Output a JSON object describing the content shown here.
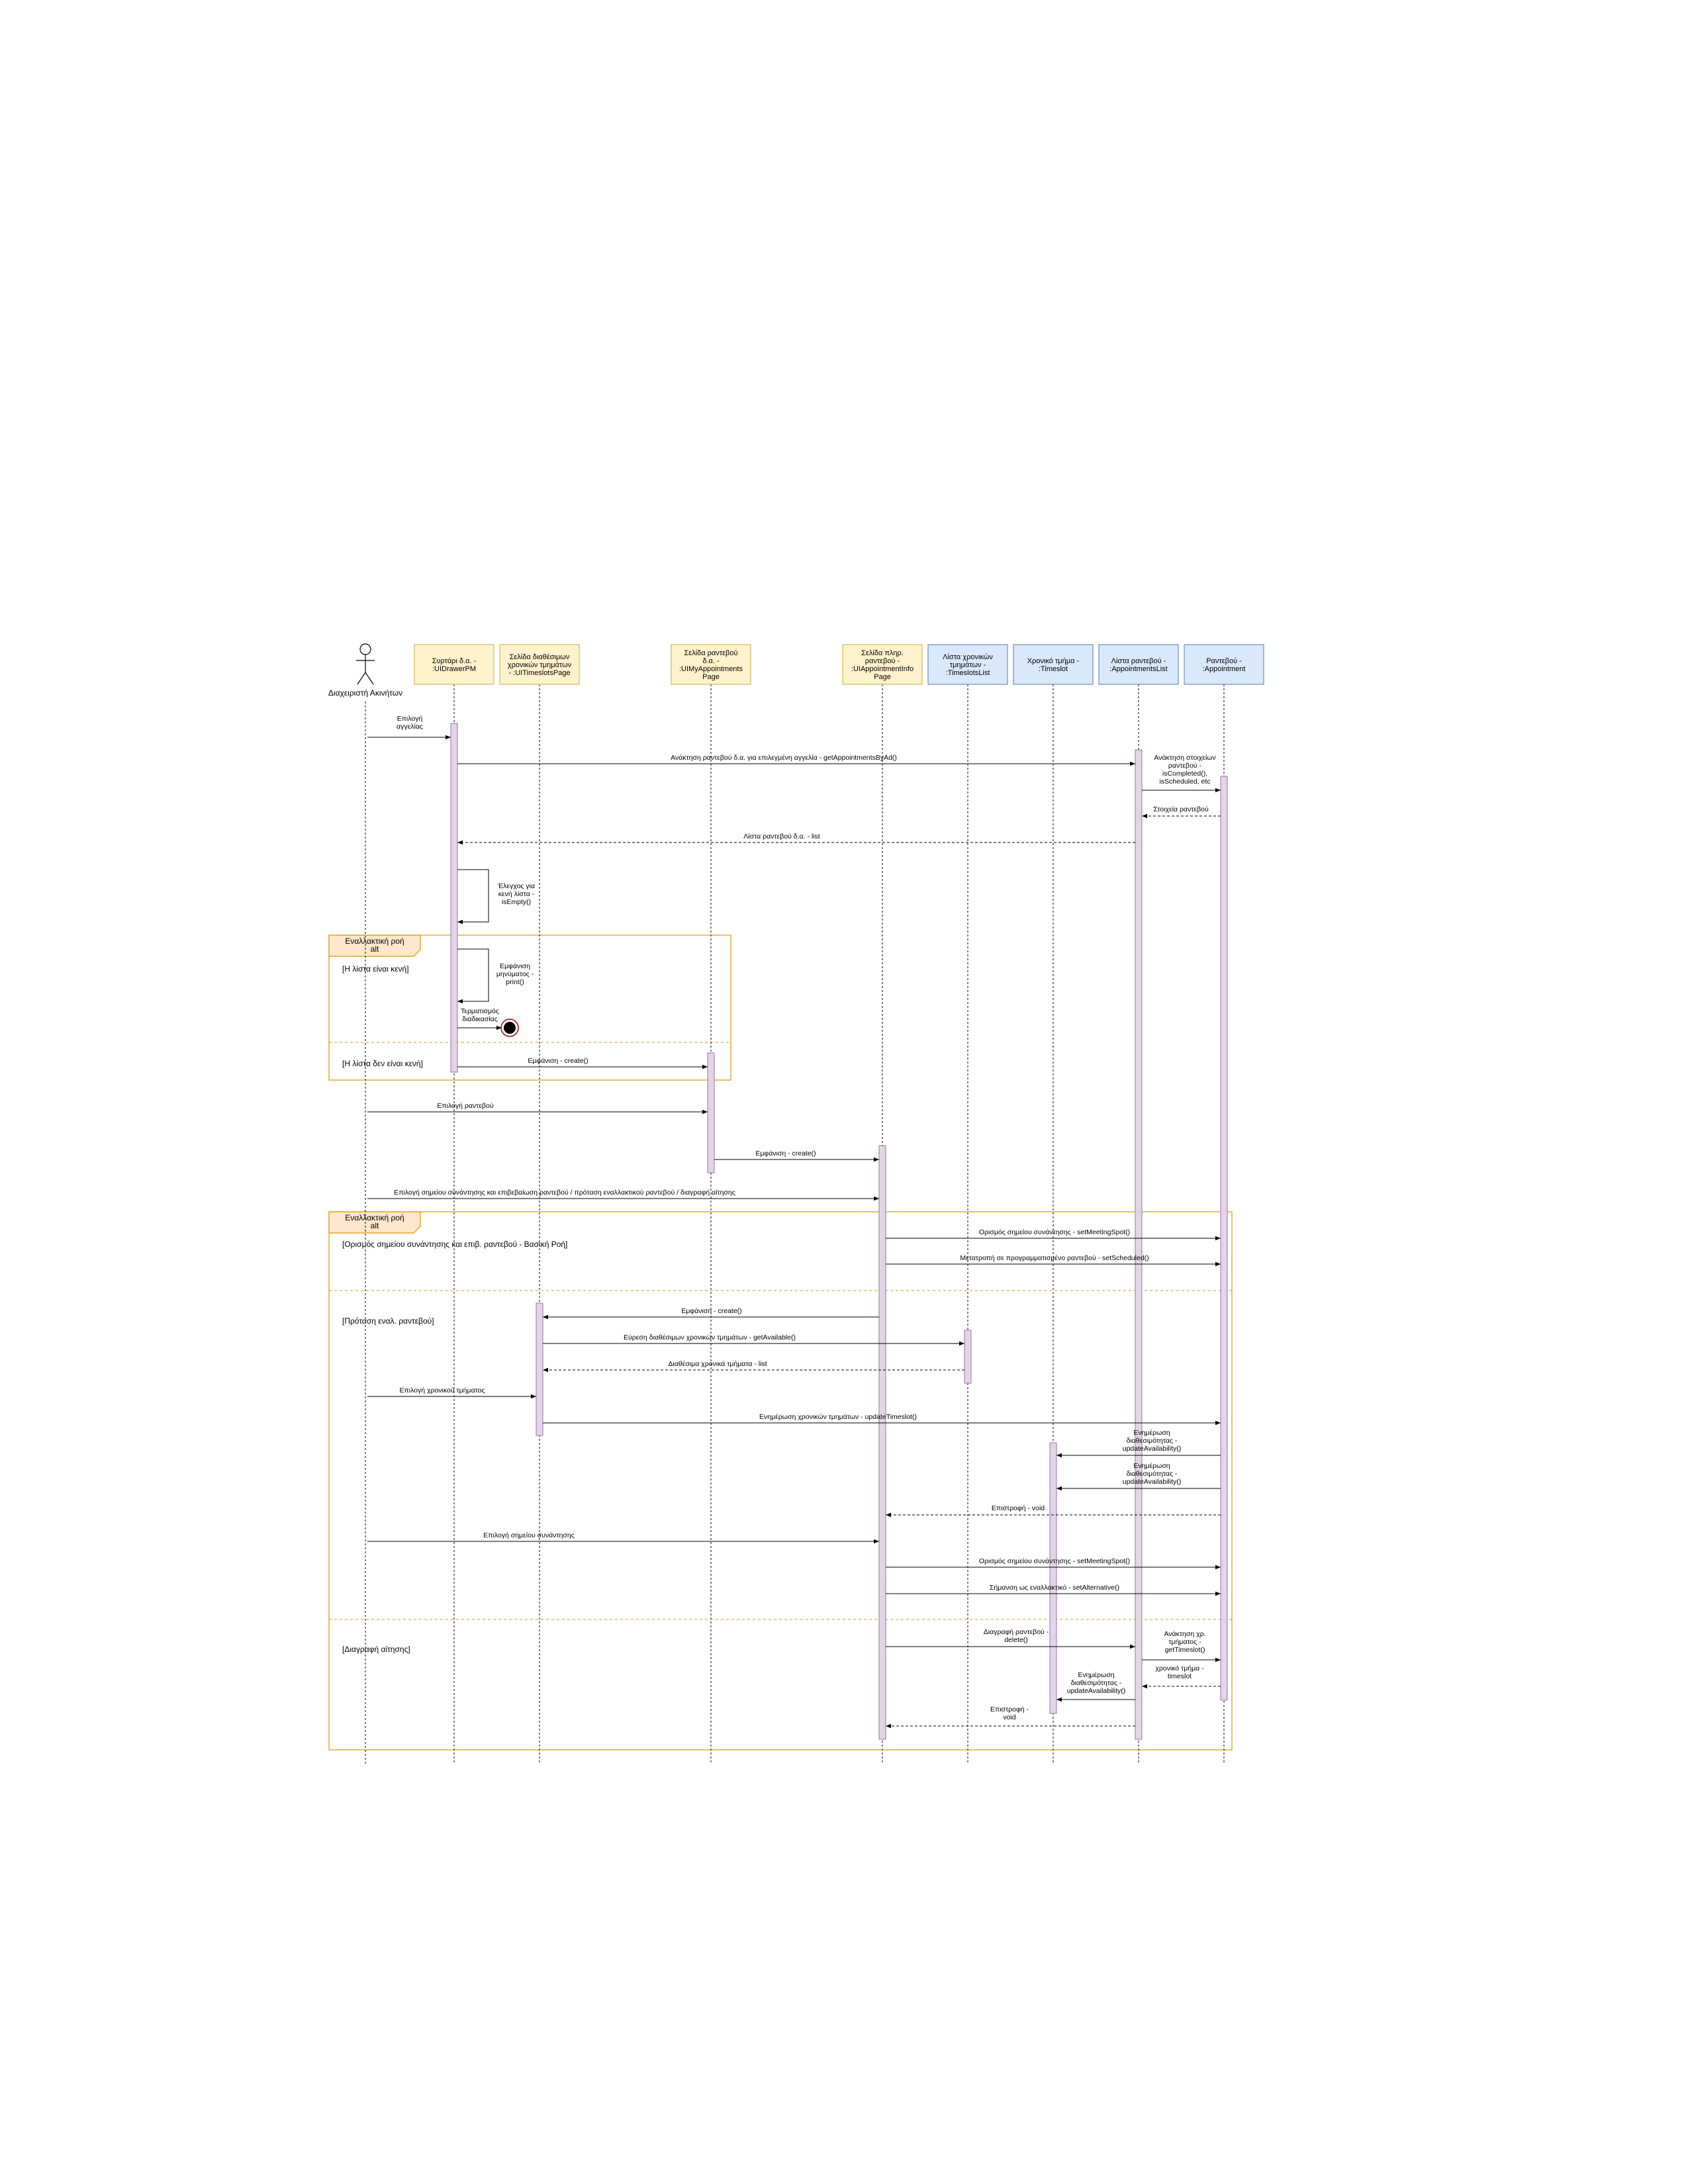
{
  "actor": {
    "name": "Διαχειριστή Ακινήτων"
  },
  "participants": [
    {
      "id": "p1",
      "lines": [
        "Συρτάρι δ.α. -",
        ":UIDrawerPM"
      ],
      "color": "#fff2cc",
      "border": "#d6b656"
    },
    {
      "id": "p2",
      "lines": [
        "Σελίδα διαθέσιμων",
        "χρονικών τμημάτων",
        "- :UITimeslotsPage"
      ],
      "color": "#fff2cc",
      "border": "#d6b656"
    },
    {
      "id": "p3",
      "lines": [
        "Σελίδα ραντεβού",
        "δ.α. -",
        ":UIMyAppointments",
        "Page"
      ],
      "color": "#fff2cc",
      "border": "#d6b656"
    },
    {
      "id": "p4",
      "lines": [
        "Σελίδα πληρ.",
        "ραντεβού -",
        ":UIAppointmentInfo",
        "Page"
      ],
      "color": "#fff2cc",
      "border": "#d6b656"
    },
    {
      "id": "p5",
      "lines": [
        "Λίστα χρονικών",
        "τμημάτων -",
        ":TimeslotsList"
      ],
      "color": "#dae8fc",
      "border": "#6c8ebf"
    },
    {
      "id": "p6",
      "lines": [
        "Χρονικό τμήμα -",
        ":Timeslot"
      ],
      "color": "#dae8fc",
      "border": "#6c8ebf"
    },
    {
      "id": "p7",
      "lines": [
        "Λίστα ραντεβού -",
        ":AppointmentsList"
      ],
      "color": "#dae8fc",
      "border": "#6c8ebf"
    },
    {
      "id": "p8",
      "lines": [
        "Ραντεβού -",
        ":Appointment"
      ],
      "color": "#dae8fc",
      "border": "#6c8ebf"
    }
  ],
  "fragments": [
    {
      "title": [
        "Εναλλακτική ροή",
        "alt"
      ],
      "guards": [
        "[Η λίστα είναι κενή]",
        "[Η λίστα δεν είναι κενή]"
      ]
    },
    {
      "title": [
        "Εναλλακτική ροή",
        "alt"
      ],
      "guards": [
        "[Ορισμός σημείου συνάντησης και επιβ. ραντεβού - Βασική Ροή]",
        "[Πρόταση εναλ. ραντεβού]",
        "[Διαγραφή αίτησης]"
      ]
    }
  ],
  "messages": [
    {
      "lines": [
        "Επιλογή",
        "αγγελίας"
      ],
      "type": "sync"
    },
    {
      "lines": [
        "Ανάκτηση ραντεβού δ.α. για επιλεγμένη αγγελία - getAppointmentsByAd()"
      ],
      "type": "sync"
    },
    {
      "lines": [
        "Ανάκτηση στοιχείων",
        "ραντεβού -",
        "isCompleted(),",
        "isScheduled, etc"
      ],
      "type": "sync"
    },
    {
      "lines": [
        "Στοιχεία ραντεβού"
      ],
      "type": "return"
    },
    {
      "lines": [
        "Λίστα ραντεβού δ.α. - list"
      ],
      "type": "return"
    },
    {
      "lines": [
        "Έλεγχος για",
        "κενή λίστα -",
        "isEmpty()"
      ],
      "type": "self"
    },
    {
      "lines": [
        "Εμφάνιση",
        "μηνύματος -",
        "print()"
      ],
      "type": "self"
    },
    {
      "lines": [
        "Τερματισμός",
        "διαδικασίας"
      ],
      "type": "sync"
    },
    {
      "lines": [
        "Εμφάνιση - create()"
      ],
      "type": "sync"
    },
    {
      "lines": [
        "Επιλογή ραντεβού"
      ],
      "type": "sync"
    },
    {
      "lines": [
        "Εμφάνιση - create()"
      ],
      "type": "sync"
    },
    {
      "lines": [
        "Επιλογή σημείου συνάντησης και επιβεβαίωση ραντεβού / πρόταση εναλλακτικού ραντεβού / διαγραφή αίτησης"
      ],
      "type": "sync"
    },
    {
      "lines": [
        "Ορισμός σημείου συνάντησης - setMeetingSpot()"
      ],
      "type": "sync"
    },
    {
      "lines": [
        "Μετατροπή σε προγραμματισμένο ραντεβού - setScheduled()"
      ],
      "type": "sync"
    },
    {
      "lines": [
        "Εμφάνιση - create()"
      ],
      "type": "sync"
    },
    {
      "lines": [
        "Εύρεση διαθέσιμων χρονικών τμημάτων  - getAvailable()"
      ],
      "type": "sync"
    },
    {
      "lines": [
        "Διαθέσιμα χρονικά τμήματα  - list"
      ],
      "type": "return"
    },
    {
      "lines": [
        "Επιλογή χρονικού τμήματος"
      ],
      "type": "sync"
    },
    {
      "lines": [
        "Ενημέρωση χρονικών τμημάτων - updateTimeslot()"
      ],
      "type": "sync"
    },
    {
      "lines": [
        "Ενημέρωση",
        "διαθεσιμότητας -",
        "updateAvailability()"
      ],
      "type": "sync"
    },
    {
      "lines": [
        "Ενημέρωση",
        "διαθεσιμότητας -",
        "updateAvailability()"
      ],
      "type": "sync"
    },
    {
      "lines": [
        "Επιστροφή - void"
      ],
      "type": "return"
    },
    {
      "lines": [
        "Επιλογή σημείου συνάντησης"
      ],
      "type": "sync"
    },
    {
      "lines": [
        "Ορισμός σημείου συνάντησης - setMeetingSpot()"
      ],
      "type": "sync"
    },
    {
      "lines": [
        "Σήμανση ως εναλλακτικό - setAlternative()"
      ],
      "type": "sync"
    },
    {
      "lines": [
        "Διαγραφή ραντεβού -",
        "delete()"
      ],
      "type": "sync"
    },
    {
      "lines": [
        "Ανάκτηση χρ.",
        "τμήματος -",
        "getTimeslot()"
      ],
      "type": "sync"
    },
    {
      "lines": [
        "χρονικό τμήμα -",
        "timeslot"
      ],
      "type": "return"
    },
    {
      "lines": [
        "Ενημέρωση",
        "διαθεσιμότητας -",
        "updateAvailability()"
      ],
      "type": "sync"
    },
    {
      "lines": [
        "Επιστροφή -",
        "void"
      ],
      "type": "return"
    }
  ],
  "colors": {
    "activation_fill": "#e1d5e7",
    "activation_border": "#9673a6",
    "fragment_border": "#d79b00",
    "fragment_title_fill": "#ffe6cc",
    "line": "#000000"
  }
}
